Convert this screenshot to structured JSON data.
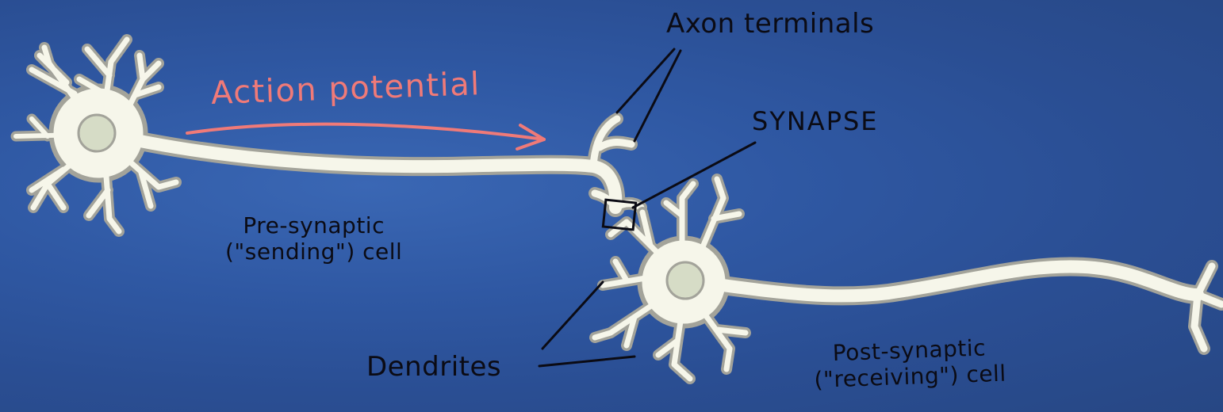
{
  "diagram": {
    "labels": {
      "action_potential": "Action potential",
      "axon_terminals": "Axon terminals",
      "synapse": "SYNAPSE",
      "pre_synaptic_line1": "Pre-synaptic",
      "pre_synaptic_line2": "(\"sending\") cell",
      "post_synaptic_line1": "Post-synaptic",
      "post_synaptic_line2": "(\"receiving\") cell",
      "dendrites": "Dendrites"
    },
    "colors": {
      "background": "#2f58a3",
      "cell_fill": "#f6f6ea",
      "cell_outline": "#a3a39a",
      "nucleus": "#d6dcc6",
      "label_text": "#0b0b14",
      "action_potential": "#f07a78"
    }
  }
}
